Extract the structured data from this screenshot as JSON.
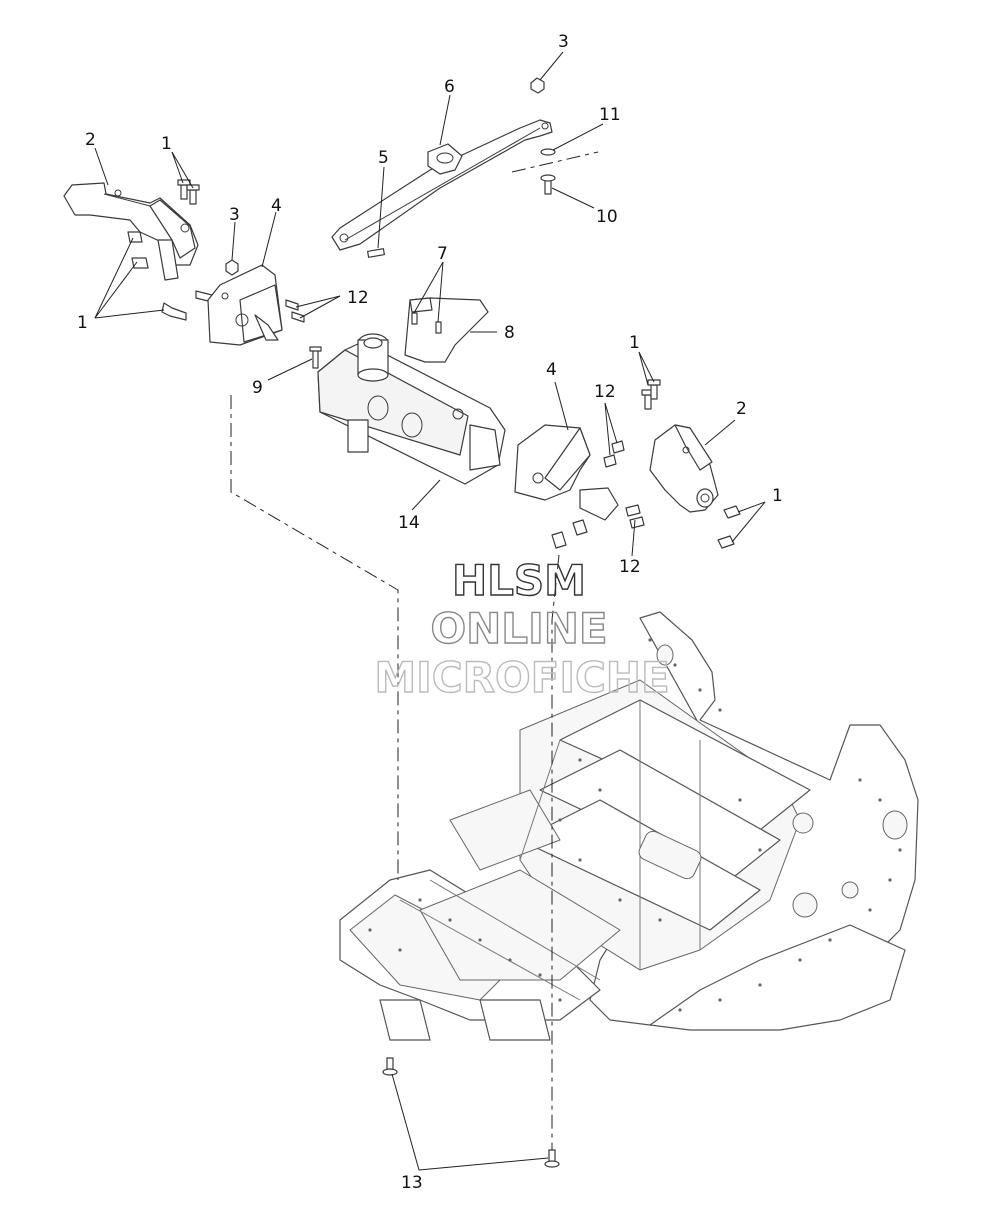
{
  "diagram": {
    "callouts": [
      {
        "id": "c1a",
        "text": "1"
      },
      {
        "id": "c1b",
        "text": "1"
      },
      {
        "id": "c1c",
        "text": "1"
      },
      {
        "id": "c1d",
        "text": "1"
      },
      {
        "id": "c2a",
        "text": "2"
      },
      {
        "id": "c2b",
        "text": "2"
      },
      {
        "id": "c3a",
        "text": "3"
      },
      {
        "id": "c3b",
        "text": "3"
      },
      {
        "id": "c4a",
        "text": "4"
      },
      {
        "id": "c4b",
        "text": "4"
      },
      {
        "id": "c5",
        "text": "5"
      },
      {
        "id": "c6",
        "text": "6"
      },
      {
        "id": "c7",
        "text": "7"
      },
      {
        "id": "c8",
        "text": "8"
      },
      {
        "id": "c9",
        "text": "9"
      },
      {
        "id": "c10",
        "text": "10"
      },
      {
        "id": "c11",
        "text": "11"
      },
      {
        "id": "c12a",
        "text": "12"
      },
      {
        "id": "c12b",
        "text": "12"
      },
      {
        "id": "c12c",
        "text": "12"
      },
      {
        "id": "c13",
        "text": "13"
      },
      {
        "id": "c14",
        "text": "14"
      }
    ],
    "watermark": {
      "line1": "HLSM",
      "line2": "ONLINE",
      "line3": "MICROFICHE",
      "colors": [
        "#333333",
        "#888888",
        "#bbbbbb"
      ]
    }
  }
}
